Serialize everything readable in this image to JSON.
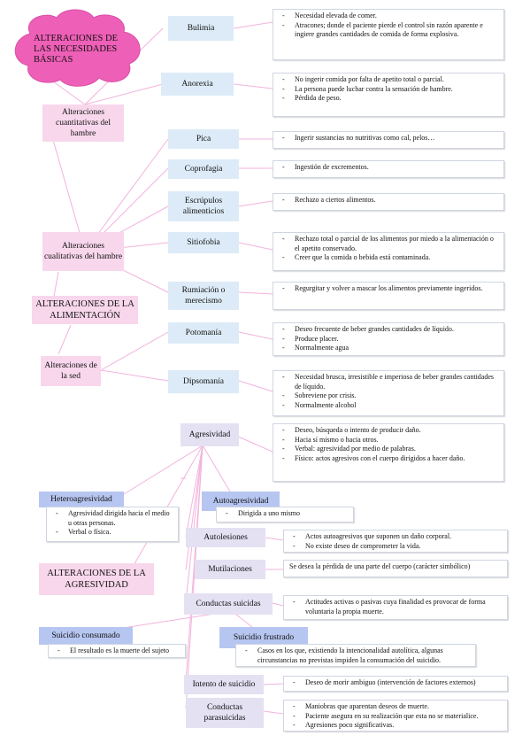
{
  "title": "ALTERACIONES DE LAS NECESIDADES BÁSICAS",
  "colors": {
    "pink": "#f8d7ec",
    "blue": "#dcebf7",
    "lavender": "#e4e1f3",
    "periwinkle": "#b7c6f1",
    "cloud": "#ee5fb7",
    "line": "#f2b3dd",
    "line_blue": "#a9b8e9"
  },
  "alimentacion": {
    "label": "ALTERACIONES DE LA ALIMENTACIÓN",
    "cuantitativas": {
      "label": "Alteraciones cuantitativas del hambre",
      "items": [
        {
          "label": "Bulimia",
          "desc": [
            "Necesidad elevada de comer.",
            "Atracones; donde el paciente pierde el control sin razón aparente e ingiere grandes cantidades de comida de forma explosiva."
          ]
        },
        {
          "label": "Anorexia",
          "desc": [
            "No ingerir comida por falta de apetito total o parcial.",
            "La persona puede luchar contra la sensación de hambre.",
            "Pérdida de peso."
          ]
        }
      ]
    },
    "cualitativas": {
      "label": "Alteraciones cualitativas del hambre",
      "items": [
        {
          "label": "Pica",
          "desc": [
            "Ingerir sustancias no nutritivas como cal, pelos…"
          ]
        },
        {
          "label": "Coprofagia",
          "desc": [
            "Ingestión de excrementos."
          ]
        },
        {
          "label": "Escrúpulos alimenticios",
          "desc": [
            "Rechazo a ciertos alimentos."
          ]
        },
        {
          "label": "Sitiofobia",
          "desc": [
            "Rechazo total o parcial de los alimentos por miedo a la alimentación o el apetito conservado.",
            "Creer que la comida o bebida está contaminada."
          ]
        },
        {
          "label": "Rumiación o merecismo",
          "desc": [
            "Regurgitar y volver a mascar los alimentos previamente ingeridos."
          ]
        }
      ]
    },
    "sed": {
      "label": "Alteraciones de la sed",
      "items": [
        {
          "label": "Potomanía",
          "desc": [
            "Deseo frecuente de beber grandes cantidades de líquido.",
            "Produce placer.",
            "Normalmente agua"
          ]
        },
        {
          "label": "Dipsomanía",
          "desc": [
            "Necesidad brusca, irresistible e imperiosa de beber grandes cantidades de líquido.",
            "Sobreviene por crisis.",
            "Normalmente alcohol"
          ]
        }
      ]
    }
  },
  "agresividad": {
    "label": "ALTERACIONES DE LA AGRESIVIDAD",
    "root": {
      "label": "Agresividad",
      "desc": [
        "Deseo, búsqueda o intento de producir daño.",
        "Hacia sí mismo o hacia otros.",
        "Verbal: agresividad por medio de palabras.",
        "Físico: actos agresivos con el cuerpo dirigidos a hacer daño."
      ]
    },
    "hetero": {
      "label": "Heteroagresividad",
      "desc": [
        "Agresividad dirigida hacia el medio u otras personas.",
        "Verbal o física."
      ]
    },
    "auto": {
      "label": "Autoagresividad",
      "desc": [
        "Dirigida a uno mismo"
      ]
    },
    "autolesiones": {
      "label": "Autolesiones",
      "desc": [
        "Actos autoagresivos que suponen un daño corporal.",
        "No existe deseo de comprometer la vida."
      ]
    },
    "mutilaciones": {
      "label": "Mutilaciones",
      "desc": "Se desea la pérdida de una parte del cuerpo (carácter simbólico)"
    },
    "suicidas": {
      "label": "Conductas suicidas",
      "desc": [
        "Actitudes activas o pasivas cuya finalidad es provocar de forma voluntaria la propia muerte."
      ]
    },
    "consumado": {
      "label": "Suicidio consumado",
      "desc": [
        "El resultado es la muerte del sujeto"
      ]
    },
    "frustrado": {
      "label": "Suicidio frustrado",
      "desc": [
        "Casos en los que, existiendo la intencionalidad autolítica, algunas circunstancias no previstas impiden la consumación del suicidio."
      ]
    },
    "intento": {
      "label": "Intento de suicidio",
      "desc": [
        "Deseo de morir ambiguo (intervención de factores externos)"
      ]
    },
    "parasuicidas": {
      "label": "Conductas parasuicidas",
      "desc": [
        "Maniobras que aparentan deseos de muerte.",
        "Paciente asegura en su realización que esta no se materialice.",
        "Agresiones poco significativas."
      ]
    }
  }
}
